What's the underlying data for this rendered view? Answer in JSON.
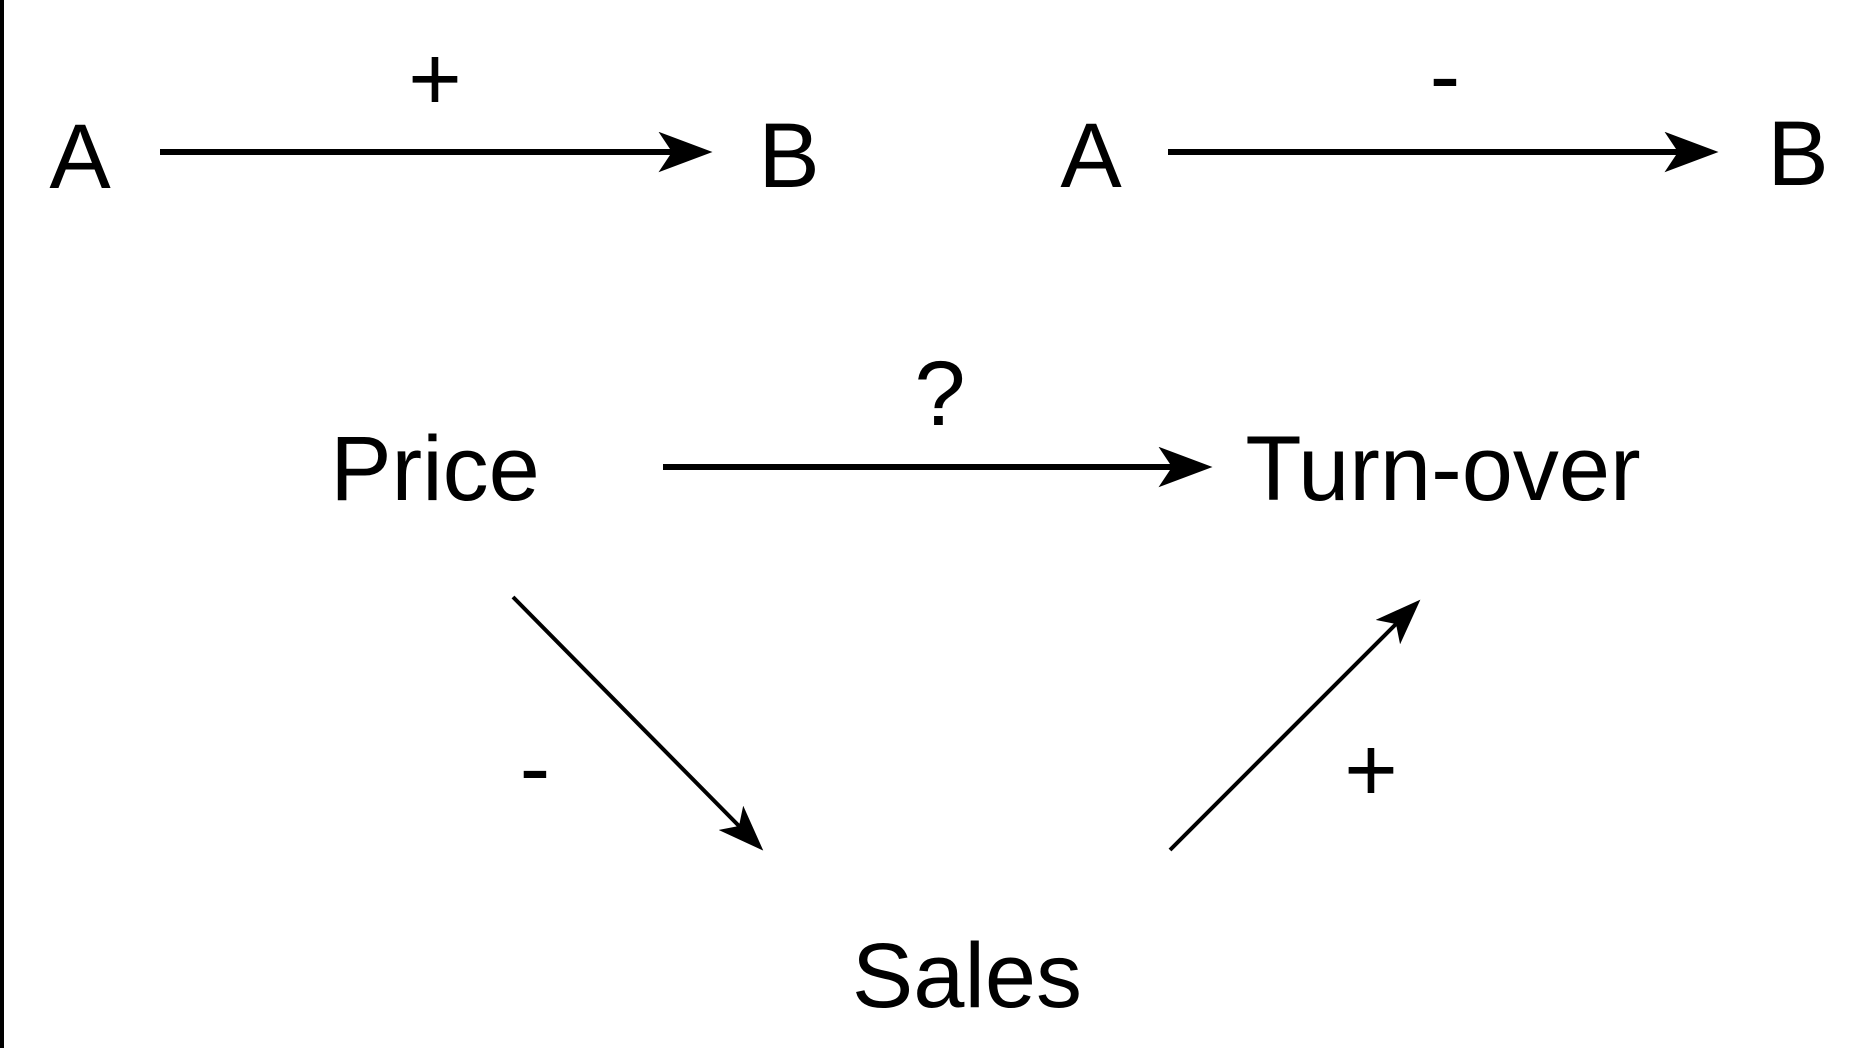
{
  "canvas": {
    "background": "#ffffff",
    "ink": "#000000"
  },
  "notation_examples": [
    {
      "from": "A",
      "to": "B",
      "sign": "+"
    },
    {
      "from": "A",
      "to": "B",
      "sign": "-"
    }
  ],
  "causal_diagram": {
    "nodes": [
      {
        "id": "price",
        "label": "Price"
      },
      {
        "id": "turnover",
        "label": "Turn-over"
      },
      {
        "id": "sales",
        "label": "Sales"
      }
    ],
    "edges": [
      {
        "from": "Price",
        "to": "Turn-over",
        "sign": "?"
      },
      {
        "from": "Price",
        "to": "Sales",
        "sign": "-"
      },
      {
        "from": "Sales",
        "to": "Turn-over",
        "sign": "+"
      }
    ]
  }
}
